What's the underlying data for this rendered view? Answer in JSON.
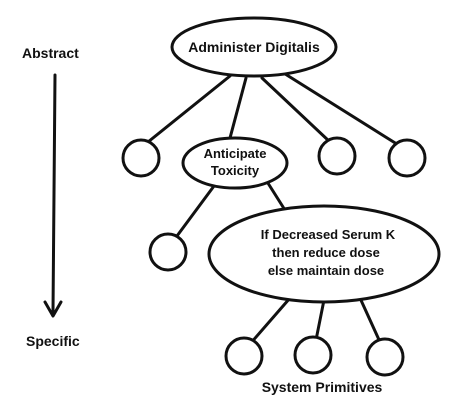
{
  "axis": {
    "top_label": "Abstract",
    "bottom_label": "Specific"
  },
  "nodes": {
    "root": {
      "label": "Administer Digitalis"
    },
    "anticipate": {
      "line1": "Anticipate",
      "line2": "Toxicity"
    },
    "rule": {
      "line1": "If Decreased Serum K",
      "line2": "then reduce dose",
      "line3": "else maintain dose"
    }
  },
  "footer": {
    "caption": "System Primitives"
  },
  "colors": {
    "ink": "#111111",
    "background": "#ffffff"
  }
}
